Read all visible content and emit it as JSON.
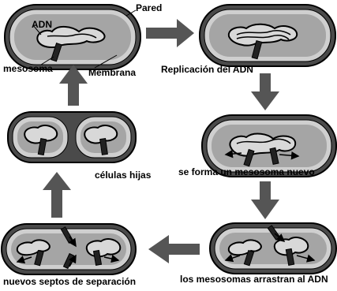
{
  "labels": {
    "adn": "ADN",
    "pared": "Pared",
    "mesosoma": "mesosoma",
    "membrana": "Membrana",
    "replicacion": "Replicación del ADN",
    "nuevo_mesosoma": "se forma un mesosoma nuevo",
    "arrastran": "los mesosomas arrastran al ADN",
    "septos": "nuevos septos de separación",
    "hijas": "células hijas"
  },
  "colors": {
    "cell_wall": "#4a4a4a",
    "cell_membrane": "#cfcfcf",
    "cytoplasm": "#a5a5a5",
    "cycle_arrow": "#555555",
    "outline": "#000000"
  },
  "icons": {
    "cycle_arrow": "thick-gray-arrow",
    "dna": "tangled-loop",
    "movement_arrow": "thin-black-arrow"
  }
}
